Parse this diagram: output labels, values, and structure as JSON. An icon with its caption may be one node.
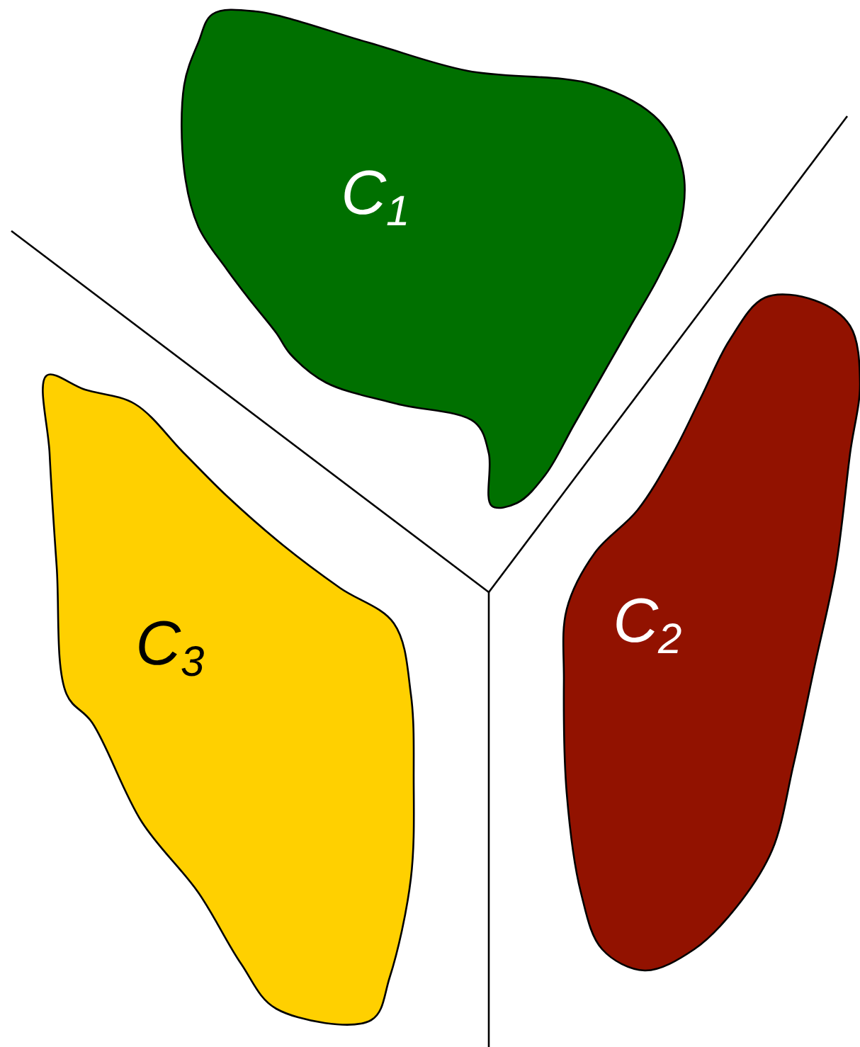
{
  "diagram": {
    "nodes": [
      {
        "text": [
          "C$_{1}$"
        ]
      },
      {
        "text": [
          "C$_{2}$"
        ]
      },
      {
        "text": [
          "C$_{3}$"
        ]
      }
    ]
  }
}
